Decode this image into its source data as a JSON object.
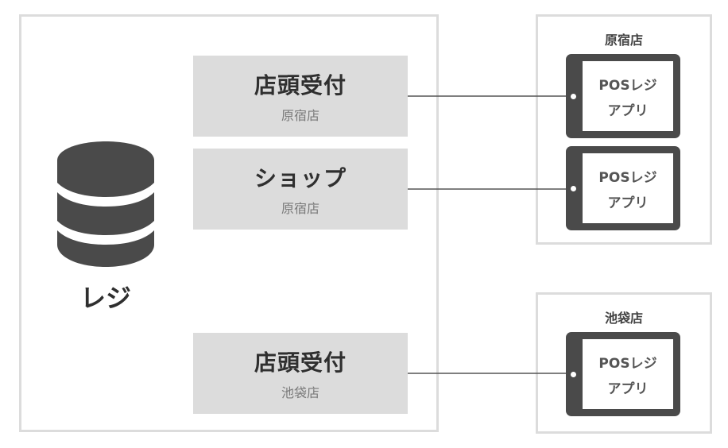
{
  "register": {
    "label": "レジ",
    "icon": "database-icon"
  },
  "receptions": [
    {
      "name": "店頭受付",
      "location": "原宿店"
    },
    {
      "name": "ショップ",
      "location": "原宿店"
    },
    {
      "name": "店頭受付",
      "location": "池袋店"
    }
  ],
  "stores": [
    {
      "name": "原宿店"
    },
    {
      "name": "池袋店"
    }
  ],
  "tablets": [
    {
      "line1": "POSレジ",
      "line2": "アプリ"
    },
    {
      "line1": "POSレジ",
      "line2": "アプリ"
    },
    {
      "line1": "POSレジ",
      "line2": "アプリ"
    }
  ],
  "colors": {
    "frame_border": "#dcdcdc",
    "reception_fill": "#dcdcdc",
    "icon_dark": "#4a4a4a",
    "connector": "#555555"
  }
}
